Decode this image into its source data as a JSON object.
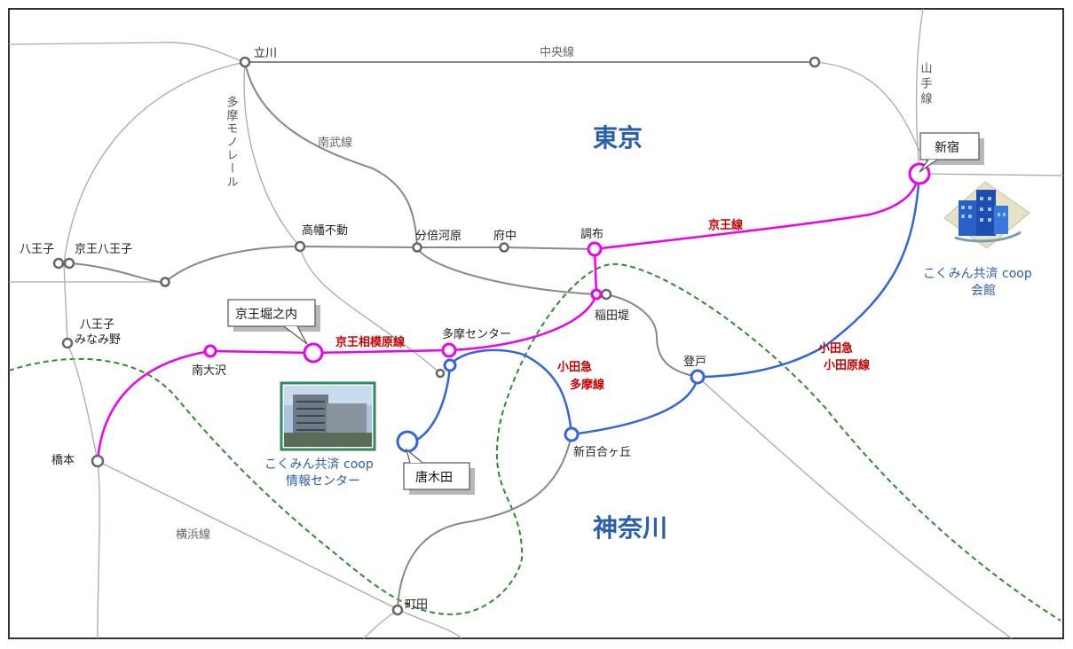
{
  "regions": {
    "tokyo": "東京",
    "kanagawa": "神奈川"
  },
  "lines": {
    "chuo": "中央線",
    "nambu": "南武線",
    "yokohama": "横浜線",
    "tama_monorail": "多摩モノレール",
    "yamanote": "山手線",
    "keio": "京王線",
    "keio_sagamihara": "京王相模原線",
    "odakyu_tama": [
      "小田急",
      "多摩線"
    ],
    "odakyu_odawara": [
      "小田急",
      "小田原線"
    ]
  },
  "stations": {
    "tachikawa": "立川",
    "hachioji": "八王子",
    "keio_hachioji": "京王八王子",
    "takahata_fudo": "高幡不動",
    "bubaigawara": "分倍河原",
    "fuchu": "府中",
    "chofu": "調布",
    "inadazutsumi": "稲田堤",
    "hachioji_minamino": [
      "八王子",
      "みなみ野"
    ],
    "minami_osawa": "南大沢",
    "tama_center": "多摩センター",
    "noborito": "登戸",
    "shin_yurigaoka": "新百合ヶ丘",
    "hashimoto": "橋本",
    "machida": "町田"
  },
  "callouts": {
    "shinjuku": "新宿",
    "keio_horinouchi": "京王堀之内",
    "karakida": "唐木田"
  },
  "buildings": {
    "kaikan": [
      "こくみん共済 coop",
      "会館"
    ],
    "info_center": [
      "こくみん共済 coop",
      "情報センター"
    ]
  },
  "colors": {
    "keio": "#ee00ee",
    "odakyu": "#3366dd",
    "jr": "#888888",
    "border": "#2e8b2e",
    "region_text": "#2a5db0",
    "line_label": "#cc0000"
  }
}
